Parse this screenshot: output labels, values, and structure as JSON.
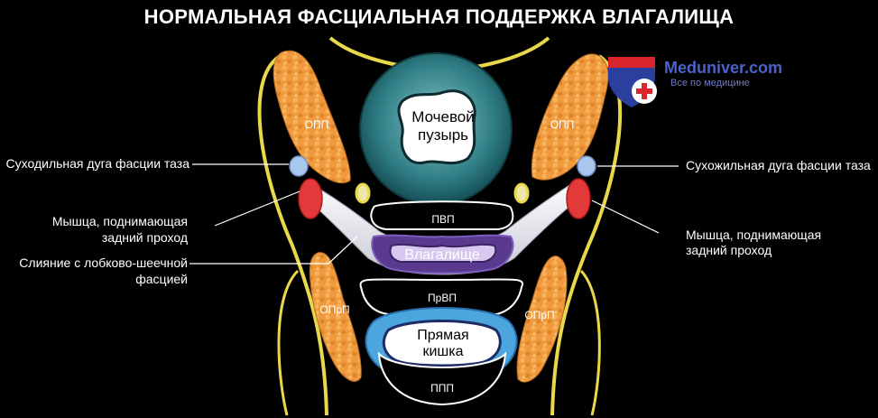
{
  "title": "НОРМАЛЬНАЯ ФАСЦИАЛЬНАЯ ПОДДЕРЖКА ВЛАГАЛИЩА",
  "organs": {
    "bladder": [
      "Мочевой",
      "пузырь"
    ],
    "pvp": "ПВП",
    "vagina": "Влагалище",
    "prvp": "ПрВП",
    "rectum": [
      "Прямая",
      "кишка"
    ],
    "ppp": "ППП",
    "opp_left": "ОПП",
    "opp_right": "ОПП",
    "oprp_left": "ОПрП",
    "oprp_right": "ОПрП"
  },
  "labels_left": {
    "arcus": "Суходильная дуга фасции таза",
    "levator_1": "Мышца, поднимающая",
    "levator_2": "задний проход",
    "merge_1": "Слияние с лобково-шеечной",
    "merge_2": "фасцией"
  },
  "labels_right": {
    "arcus": "Сухожильная дуга фасции таза",
    "levator_1": "Мышца, поднимающая",
    "levator_2": "задний проход"
  },
  "watermark": {
    "name": "Meduniver.com",
    "tagline": "Все по медицине"
  },
  "colors": {
    "background": "#000000",
    "fat": "#f09a3e",
    "outline": "#e8d84a",
    "bladder": "#2f7d84",
    "vagina": "#5a3a8e",
    "rectum": "#4aa6dc",
    "muscle": "#e23a3a",
    "arcus": "#a9c7ec"
  }
}
